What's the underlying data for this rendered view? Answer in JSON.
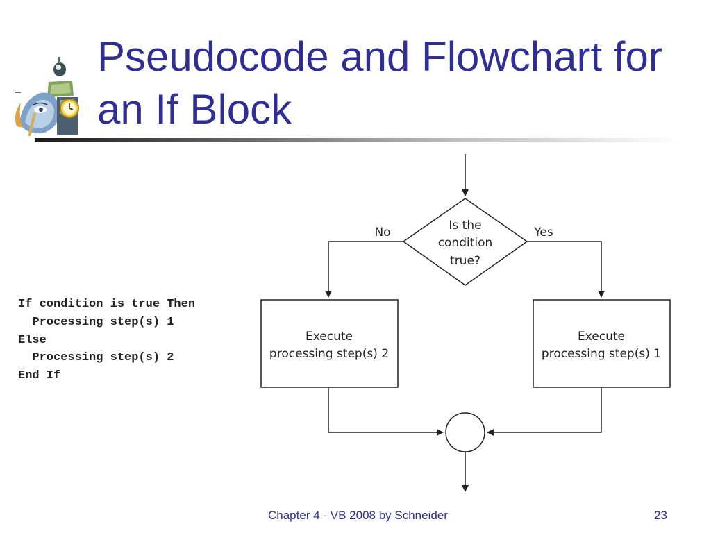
{
  "slide": {
    "title": "Pseudocode and Flowchart for an If Block",
    "footer": "Chapter 4 - VB 2008 by Schneider",
    "page_number": "23",
    "title_color": "#2e2e94",
    "logo_icon": "student-clock-clipart-icon"
  },
  "pseudocode": {
    "lines": [
      "If condition is true Then",
      "  Processing step(s) 1",
      "Else",
      "  Processing step(s) 2",
      "End If"
    ]
  },
  "flowchart": {
    "decision": {
      "lines": [
        "Is the",
        "condition",
        "true?"
      ]
    },
    "no_label": "No",
    "yes_label": "Yes",
    "left_box": {
      "lines": [
        "Execute",
        "processing step(s) 2"
      ]
    },
    "right_box": {
      "lines": [
        "Execute",
        "processing step(s) 1"
      ]
    }
  }
}
